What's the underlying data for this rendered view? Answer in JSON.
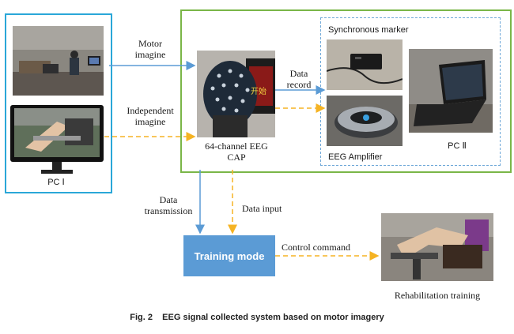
{
  "labels": {
    "motor_imagine": [
      "Motor",
      "imagine"
    ],
    "independent_imagine": [
      "Independent",
      "imagine"
    ],
    "pc1": "PC Ⅰ",
    "cap": [
      "64-channel EEG",
      "CAP"
    ],
    "data_record": [
      "Data",
      "record"
    ],
    "sync_marker": "Synchronous marker",
    "eeg_amplifier": "EEG Amplifier",
    "pc2": "PC Ⅱ",
    "data_transmission": [
      "Data",
      "transmission"
    ],
    "data_input": "Data input",
    "training_mode": "Training mode",
    "control_command": "Control command",
    "rehab": "Rehabilitation training",
    "screen_text": "开始",
    "caption": "Fig. 2    EEG signal collected system based on motor imagery"
  },
  "colors": {
    "blue_box": "#2aa7d8",
    "green_box": "#7ab648",
    "blue_arrow": "#5b9bd5",
    "orange_arrow": "#f5b323",
    "training_fill": "#5b9bd5"
  }
}
